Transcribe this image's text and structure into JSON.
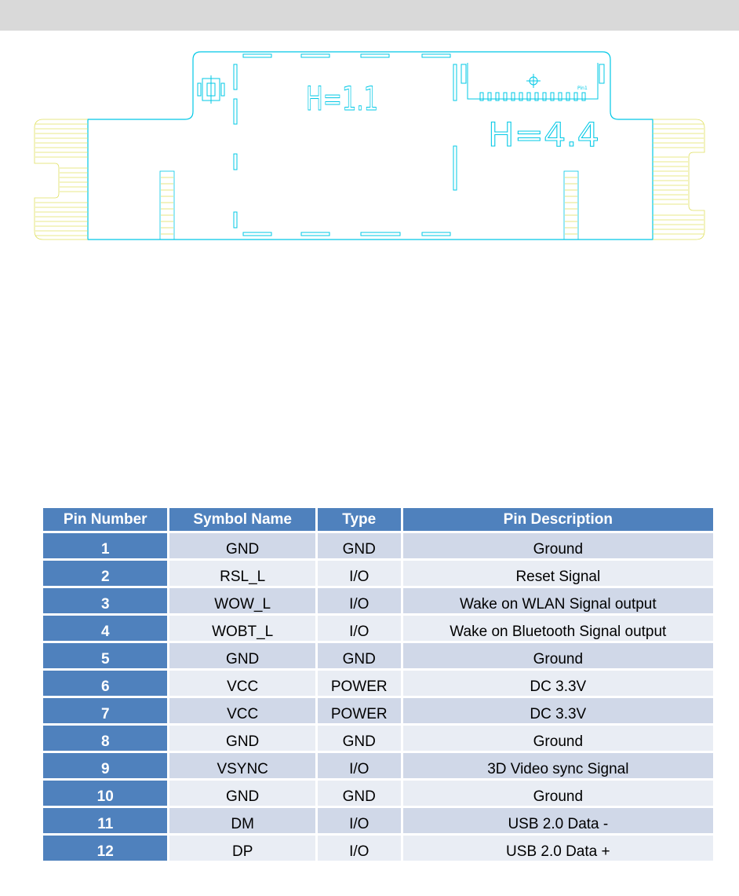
{
  "drawing": {
    "label_small_height": "H=1.1",
    "label_large_height": "H=4.4",
    "pin_marker": "Pin1",
    "colors": {
      "outline": "#00c8e6",
      "pads": "#e0e060",
      "topbar": "#d9d9d9"
    }
  },
  "table": {
    "headers": [
      "Pin Number",
      "Symbol Name",
      "Type",
      "Pin Description"
    ],
    "rows": [
      {
        "pin": "1",
        "symbol": "GND",
        "type": "GND",
        "desc": "Ground"
      },
      {
        "pin": "2",
        "symbol": "RSL_L",
        "type": "I/O",
        "desc": "Reset Signal"
      },
      {
        "pin": "3",
        "symbol": "WOW_L",
        "type": "I/O",
        "desc": "Wake on WLAN Signal output"
      },
      {
        "pin": "4",
        "symbol": "WOBT_L",
        "type": "I/O",
        "desc": "Wake on Bluetooth Signal output"
      },
      {
        "pin": "5",
        "symbol": "GND",
        "type": "GND",
        "desc": "Ground"
      },
      {
        "pin": "6",
        "symbol": "VCC",
        "type": "POWER",
        "desc": "DC 3.3V"
      },
      {
        "pin": "7",
        "symbol": "VCC",
        "type": "POWER",
        "desc": "DC 3.3V"
      },
      {
        "pin": "8",
        "symbol": "GND",
        "type": "GND",
        "desc": "Ground"
      },
      {
        "pin": "9",
        "symbol": "VSYNC",
        "type": "I/O",
        "desc": "3D Video sync Signal"
      },
      {
        "pin": "10",
        "symbol": "GND",
        "type": "GND",
        "desc": "Ground"
      },
      {
        "pin": "11",
        "symbol": "DM",
        "type": "I/O",
        "desc": "USB 2.0 Data -"
      },
      {
        "pin": "12",
        "symbol": "DP",
        "type": "I/O",
        "desc": "USB 2.0 Data +"
      }
    ]
  }
}
